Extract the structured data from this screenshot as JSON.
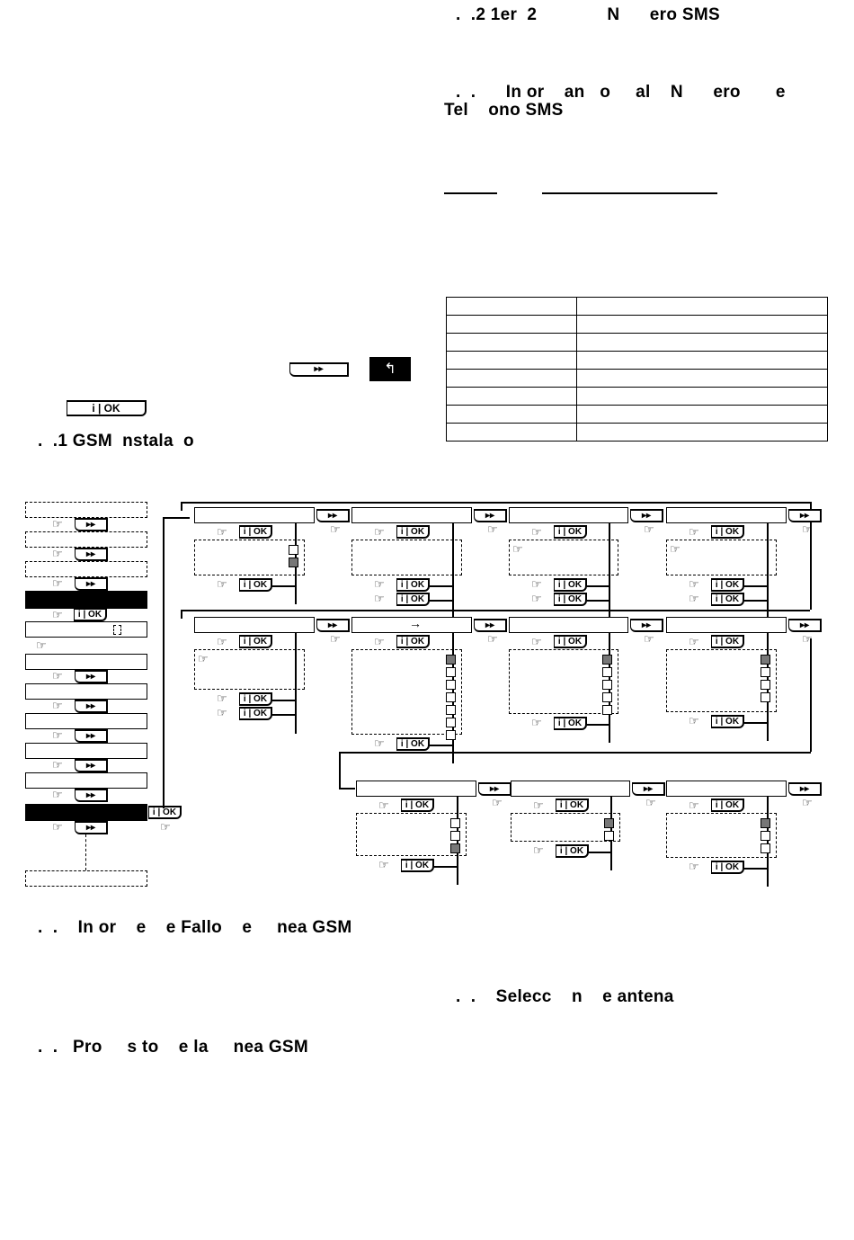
{
  "headings": {
    "sms_number": ".  .2 1er  2              N      ero SMS",
    "sms_report": ".  .      In or    an   o     al    N      ero       e",
    "sms_report_line2": "Tel    ono SMS",
    "gsm_install": ".  .1 GSM  nstala  o",
    "gsm_fault": ".  .    In or    e    e Fallo    e     nea GSM",
    "antenna": ".  .    Selecc    n    e antena",
    "gsm_line": ".  .   Pro     s to    e la     nea GSM"
  },
  "buttons": {
    "ok_label": "i | OK",
    "next_label": "▸▸",
    "back_label": "↰"
  },
  "icons": {
    "hand": "☞",
    "arrow": "→"
  },
  "colors": {
    "checkbox_fill": "#777777",
    "black_box": "#000000"
  }
}
